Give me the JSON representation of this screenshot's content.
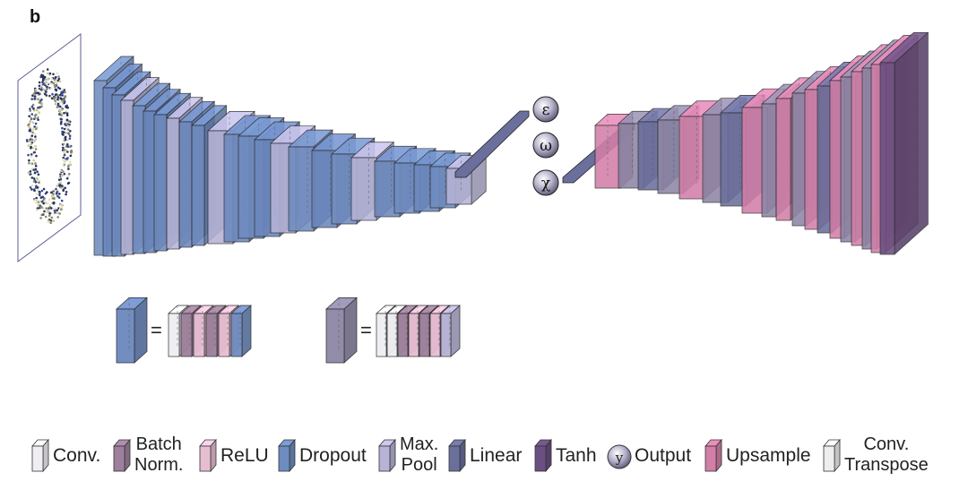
{
  "figure": {
    "panel_label": "b",
    "latent_symbols": [
      "ε",
      "ω",
      "χ"
    ],
    "equals_sign": "="
  },
  "colors": {
    "conv": "#f1eef3",
    "batch_norm": "#9d809b",
    "relu": "#e7bdd2",
    "dropout": "#6f8cc0",
    "max_pool": "#b6b3d6",
    "linear": "#6b6f9c",
    "tanh": "#6a4f80",
    "output": "#b3b0c4",
    "upsample": "#d27fa8",
    "conv_transpose": "#eeeef0",
    "encoder_block": "#6b87bd",
    "decoder_block": "#8d86a5",
    "stroke": "#222222"
  },
  "legend": [
    {
      "key": "conv",
      "label": "Conv.",
      "icon": "conv-block-icon"
    },
    {
      "key": "batch_norm",
      "label_lines": [
        "Batch",
        "Norm."
      ],
      "icon": "batch-norm-block-icon"
    },
    {
      "key": "relu",
      "label": "ReLU",
      "icon": "relu-block-icon"
    },
    {
      "key": "dropout",
      "label": "Dropout",
      "icon": "dropout-block-icon"
    },
    {
      "key": "max_pool",
      "label_lines": [
        "Max.",
        "Pool"
      ],
      "icon": "max-pool-block-icon"
    },
    {
      "key": "linear",
      "label": "Linear",
      "icon": "linear-block-icon"
    },
    {
      "key": "tanh",
      "label": "Tanh",
      "icon": "tanh-block-icon"
    },
    {
      "key": "output",
      "label": "Output",
      "icon": "output-sphere-icon",
      "icon_letter": "y"
    },
    {
      "key": "upsample",
      "label": "Upsample",
      "icon": "upsample-block-icon"
    },
    {
      "key": "conv_transpose",
      "label_lines": [
        "Conv.",
        "Transpose"
      ],
      "icon": "conv-transpose-block-icon"
    }
  ]
}
